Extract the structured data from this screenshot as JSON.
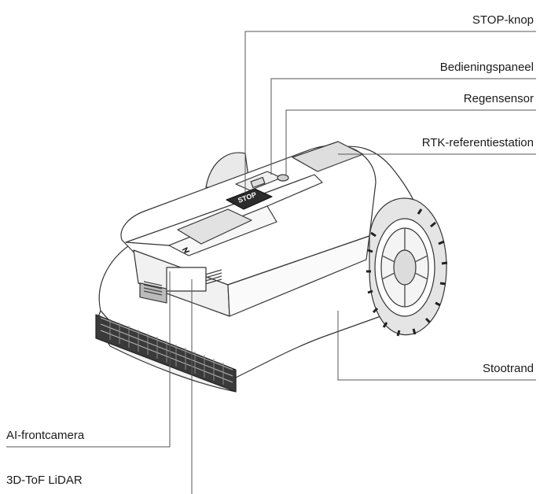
{
  "labels": {
    "stop_button": "STOP-knop",
    "control_panel": "Bedieningspaneel",
    "rain_sensor": "Regensensor",
    "rtk_station": "RTK-referentiestation",
    "bumper": "Stootrand",
    "front_camera": "AI-frontcamera",
    "lidar": "3D-ToF LiDAR"
  },
  "panel_text": {
    "stop": "STOP"
  },
  "colors": {
    "line": "#555555",
    "outline": "#333333",
    "fill": "#ffffff",
    "shade": "#d6d6d6",
    "dark": "#3a3a3a"
  }
}
